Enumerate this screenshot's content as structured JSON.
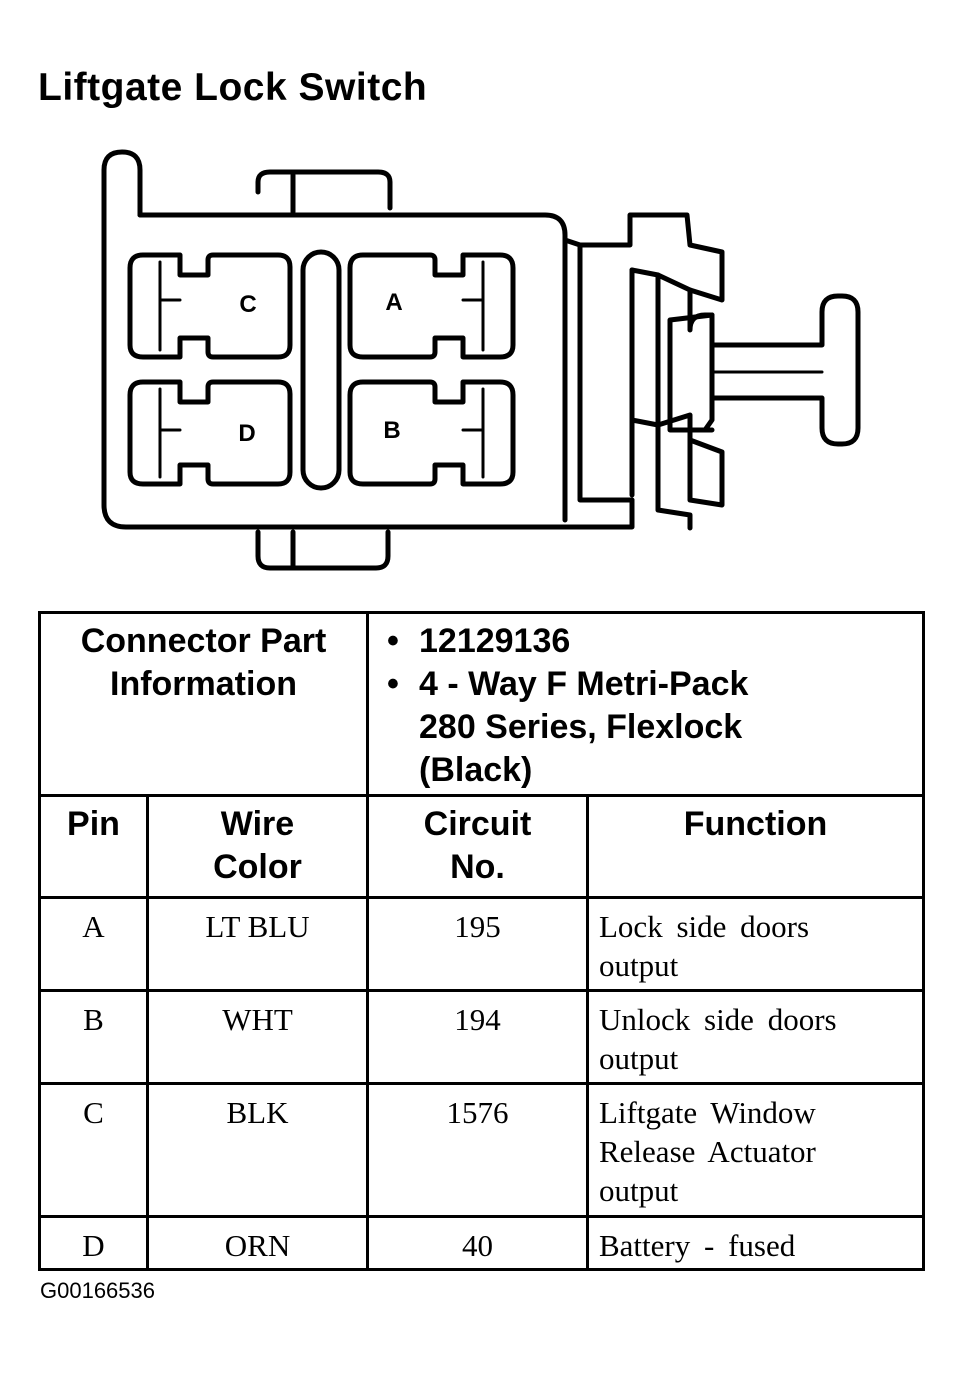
{
  "title": "Liftgate Lock Switch",
  "connector": {
    "pins": [
      {
        "label": "C"
      },
      {
        "label": "A"
      },
      {
        "label": "D"
      },
      {
        "label": "B"
      }
    ]
  },
  "part_info": {
    "label_line1": "Connector Part",
    "label_line2": "Information",
    "bullet_symbol": "•",
    "part_number": "12129136",
    "desc_line1": "4 - Way F Metri-Pack",
    "desc_line2": "280 Series, Flexlock",
    "desc_line3": "(Black)"
  },
  "headers": {
    "pin": "Pin",
    "wire_line1": "Wire",
    "wire_line2": "Color",
    "circuit_line1": "Circuit",
    "circuit_line2": "No.",
    "function": "Function"
  },
  "rows": [
    {
      "pin": "A",
      "wire": "LT BLU",
      "circuit": "195",
      "function_lines": [
        "Lock side doors",
        "output"
      ]
    },
    {
      "pin": "B",
      "wire": "WHT",
      "circuit": "194",
      "function_lines": [
        "Unlock side doors",
        "output"
      ]
    },
    {
      "pin": "C",
      "wire": "BLK",
      "circuit": "1576",
      "function_lines": [
        "Liftgate Window",
        "Release Actuator",
        "output"
      ]
    },
    {
      "pin": "D",
      "wire": "ORN",
      "circuit": "40",
      "function_lines": [
        "Battery - fused"
      ]
    }
  ],
  "figure_id": "G00166536"
}
